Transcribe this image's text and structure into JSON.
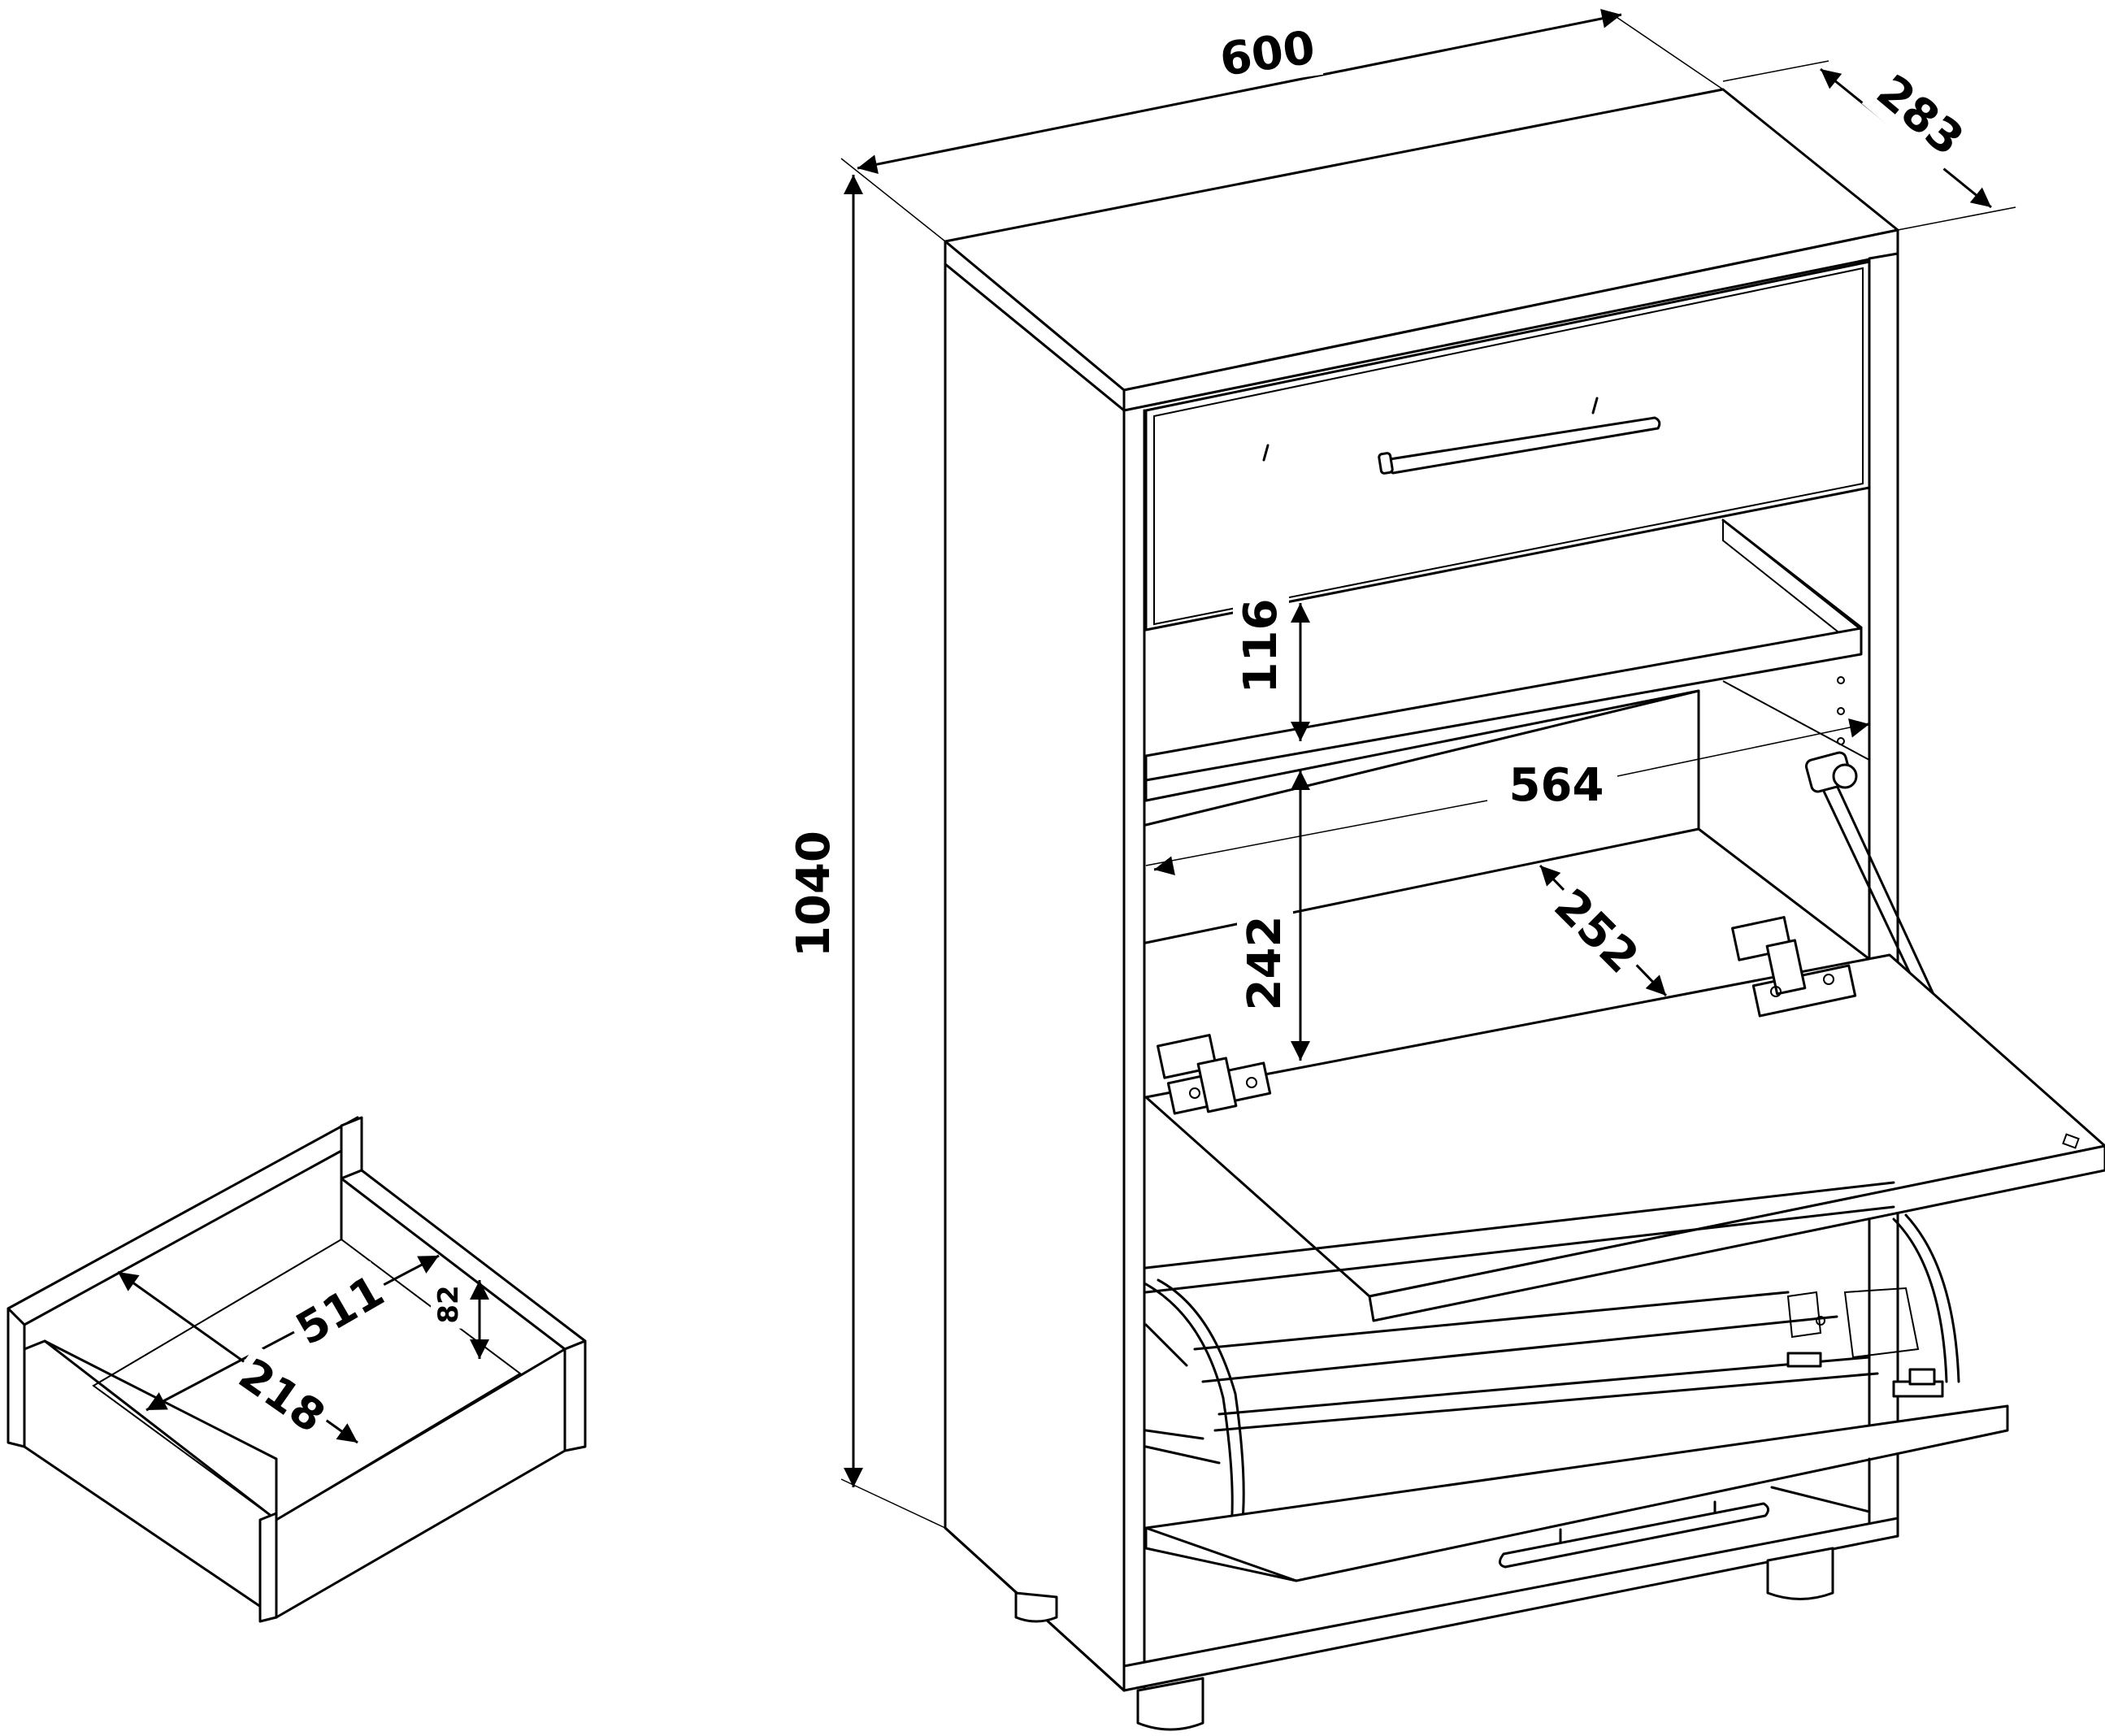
{
  "dimensions": {
    "width": "600",
    "depth": "283",
    "height": "1040",
    "shelf_gap": "116",
    "inner_width": "564",
    "compartment_height": "242",
    "compartment_depth": "252",
    "drawer_length": "511",
    "drawer_depth": "218",
    "drawer_height": "82"
  }
}
